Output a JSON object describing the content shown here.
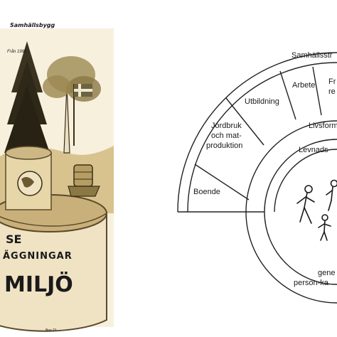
{
  "left_illustration": {
    "top_caption": "Samhällsbygg",
    "small_note": "Från 1995",
    "banner_line1": "SE",
    "banner_line2": "ÄGGNINGAR",
    "banner_line3": "MILJÖ",
    "bottom_note": "Box 21"
  },
  "diagram": {
    "outer_ring_title": "Samhällsstr",
    "segments": {
      "arbete": "Arbete",
      "fritid_line1": "Fr",
      "fritid_line2": "re",
      "utbildning": "Utbildning",
      "jordbruk_line1": "Jordbruk",
      "jordbruk_line2": "och mat-",
      "jordbruk_line3": "produktion",
      "boende": "Boende"
    },
    "middle_ring_title": "Livsform",
    "inner_ring_title": "Levnads",
    "core_caption_line1": "gene",
    "core_caption_line2": "person-ka"
  },
  "colors": {
    "ink": "#1a1a1a",
    "sepia_light": "#efe3c4",
    "sepia_mid": "#c9b07a",
    "sepia_dark": "#5a4a2a"
  }
}
